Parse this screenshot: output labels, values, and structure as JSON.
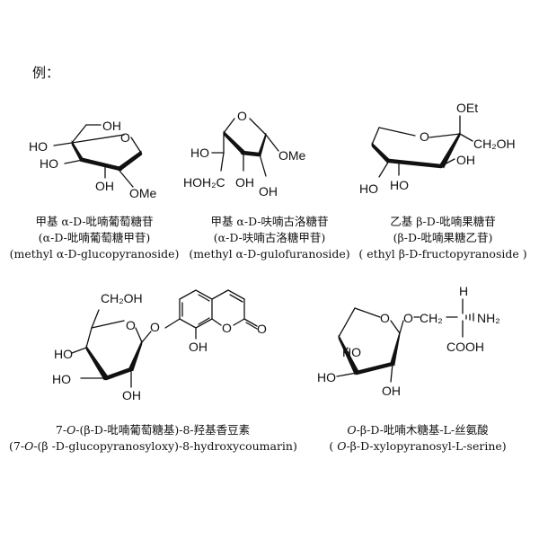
{
  "intro": "例：",
  "compounds": [
    {
      "id": "methyl-a-d-glucopyranoside",
      "labels": {
        "oh_top": "OH",
        "o_ring": "O",
        "ho_1": "HO",
        "ho_2": "HO",
        "oh_bottom": "OH",
        "ome": "OMe"
      },
      "caption": [
        "甲基 α-D-吡喃葡萄糖苷",
        "(α-D-吡喃葡萄糖甲苷)",
        "(methyl α-D-glucopyranoside)"
      ]
    },
    {
      "id": "methyl-a-d-gulofuranoside",
      "labels": {
        "o_ring": "O",
        "ho": "HO",
        "ome": "OMe",
        "hoh2c": "HOH₂C",
        "oh_1": "OH",
        "oh_2": "OH"
      },
      "caption": [
        "甲基 α-D-呋喃古洛糖苷",
        "(α-D-呋喃古洛糖甲苷)",
        "(methyl α-D-gulofuranoside)"
      ]
    },
    {
      "id": "ethyl-b-d-fructopyranoside",
      "labels": {
        "oet": "OEt",
        "o_ring": "O",
        "ch2oh": "CH₂OH",
        "ho_1": "HO",
        "oh": "OH",
        "ho_2": "HO"
      },
      "caption": [
        "乙基 β-D-吡喃果糖苷",
        "(β-D-吡喃果糖乙苷)",
        "( ethyl β-D-fructopyranoside )"
      ]
    },
    {
      "id": "glucopyranosyloxy-hydroxycoumarin",
      "labels": {
        "ch2oh": "CH₂OH",
        "o_ring": "O",
        "o_link": "O",
        "ho_1": "HO",
        "ho_2": "HO",
        "oh": "OH",
        "oh_phenol": "OH",
        "o_lactone": "O",
        "o_carbonyl": "O"
      },
      "caption_line1": {
        "prefix": "7-",
        "italic": "O",
        "rest": "-(β-D-吡喃葡萄糖基)-8-羟基香豆素"
      },
      "caption_line2": {
        "prefix": "(7-",
        "italic": "O",
        "rest": "-(β -D-glucopyranosyloxy)-8-hydroxycoumarin)"
      }
    },
    {
      "id": "o-b-d-xylopyranosyl-l-serine",
      "labels": {
        "h": "H",
        "o_ring": "O",
        "o_link": "O",
        "ch2": "CH₂",
        "nh2": "NH₂",
        "ho_1": "HO",
        "ho_2": "HO",
        "oh": "OH",
        "cooh": "COOH"
      },
      "caption_line1": {
        "prefix": "",
        "italic": "O",
        "rest": "-β-D-吡喃木糖基-L-丝氨酸"
      },
      "caption_line2": {
        "prefix": "( ",
        "italic": "O",
        "rest": "-β-D-xylopyranosyl-L-serine)"
      }
    }
  ]
}
